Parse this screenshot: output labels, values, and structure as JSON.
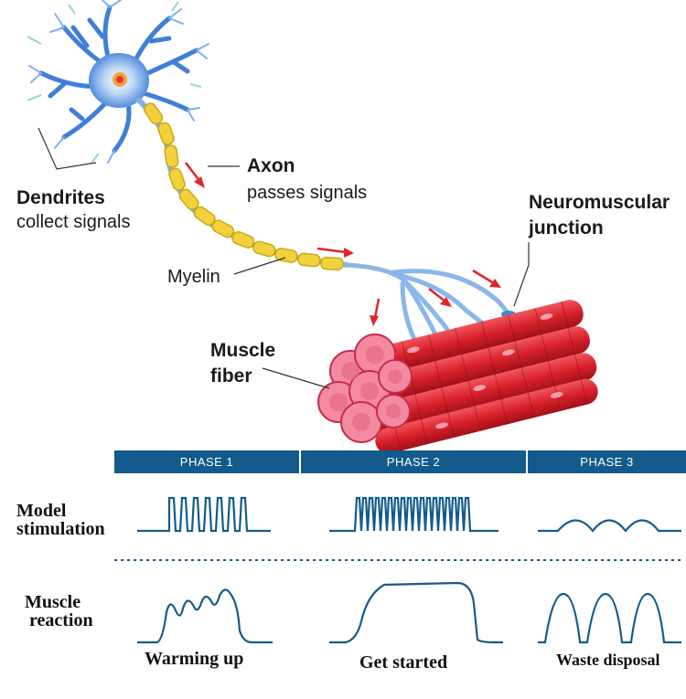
{
  "labels": {
    "dendrites_title": "Dendrites",
    "dendrites_sub": "collect signals",
    "axon_title": "Axon",
    "axon_sub": "passes signals",
    "myelin": "Myelin",
    "nmj_line1": "Neuromuscular",
    "nmj_line2": "junction",
    "muscle_fiber_line1": "Muscle",
    "muscle_fiber_line2": "fiber"
  },
  "phases": [
    "PHASE 1",
    "PHASE 2",
    "PHASE 3"
  ],
  "rows": {
    "stimulation_line1": "Model",
    "stimulation_line2": "stimulation",
    "reaction_line1": "Muscle",
    "reaction_line2": "reaction"
  },
  "captions": [
    "Warming up",
    "Get started",
    "Waste disposal"
  ],
  "colors": {
    "phase_bar": "#135b8c",
    "waveform": "#135b8c",
    "neuron": "#3f7fd8",
    "myelin": "#f2d23c",
    "muscle": "#d8202a",
    "arrow": "#e0262b"
  }
}
